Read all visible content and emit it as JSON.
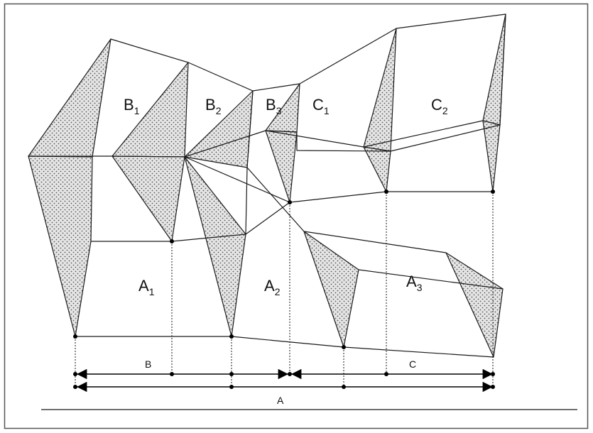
{
  "colors": {
    "line": "#1a1a1a",
    "shade": "#e6e6e6",
    "dots": "#555555",
    "frame": "#555555",
    "background": "#ffffff"
  },
  "region_labels": {
    "b1": {
      "main": "B",
      "sub": "1"
    },
    "b2": {
      "main": "B",
      "sub": "2"
    },
    "b3": {
      "main": "B",
      "sub": "3"
    },
    "c1": {
      "main": "C",
      "sub": "1"
    },
    "c2": {
      "main": "C",
      "sub": "2"
    },
    "a1": {
      "main": "A",
      "sub": "1"
    },
    "a2": {
      "main": "A",
      "sub": "2"
    },
    "a3": {
      "main": "A",
      "sub": "3"
    }
  },
  "dimensions": {
    "b": "B",
    "c": "C",
    "a": "A"
  }
}
